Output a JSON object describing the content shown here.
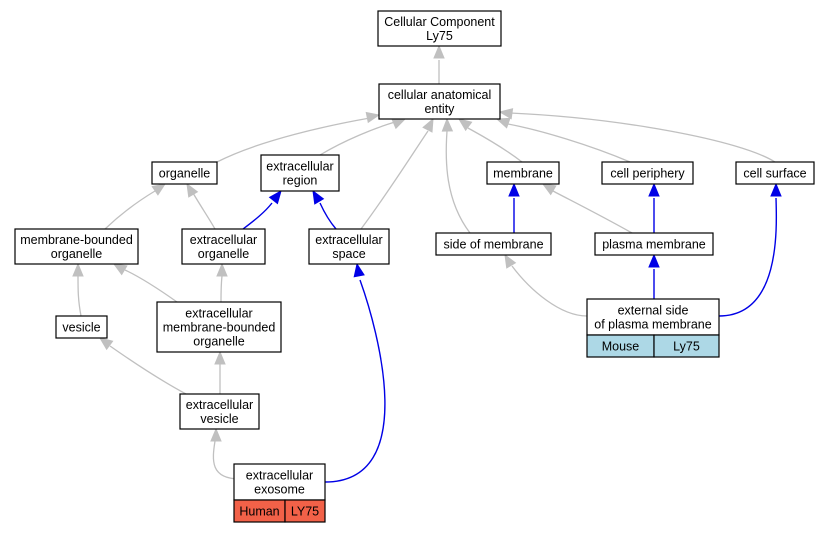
{
  "nodes": {
    "cc": [
      "Cellular Component",
      "Ly75"
    ],
    "cae": [
      "cellular anatomical",
      "entity"
    ],
    "organelle": [
      "organelle"
    ],
    "ecr": [
      "extracellular",
      "region"
    ],
    "membrane": [
      "membrane"
    ],
    "cellperiph": [
      "cell periphery"
    ],
    "cellsurf": [
      "cell surface"
    ],
    "mbo": [
      "membrane-bounded",
      "organelle"
    ],
    "eco": [
      "extracellular",
      "organelle"
    ],
    "ecs": [
      "extracellular",
      "space"
    ],
    "som": [
      "side of membrane"
    ],
    "pm": [
      "plasma membrane"
    ],
    "vesicle": [
      "vesicle"
    ],
    "ecmbo": [
      "extracellular",
      "membrane-bounded",
      "organelle"
    ],
    "espm": [
      "external side",
      "of plasma membrane"
    ],
    "ecv": [
      "extracellular",
      "vesicle"
    ],
    "exo": [
      "extracellular",
      "exosome"
    ]
  },
  "annotations": {
    "exo": {
      "species": "Human",
      "gene": "LY75",
      "color": "#f26148"
    },
    "espm": {
      "species": "Mouse",
      "gene": "Ly75",
      "color": "#add8e6"
    }
  },
  "colors": {
    "is_a_edge": "#c0c0c0",
    "part_of_edge": "#0000e6"
  }
}
